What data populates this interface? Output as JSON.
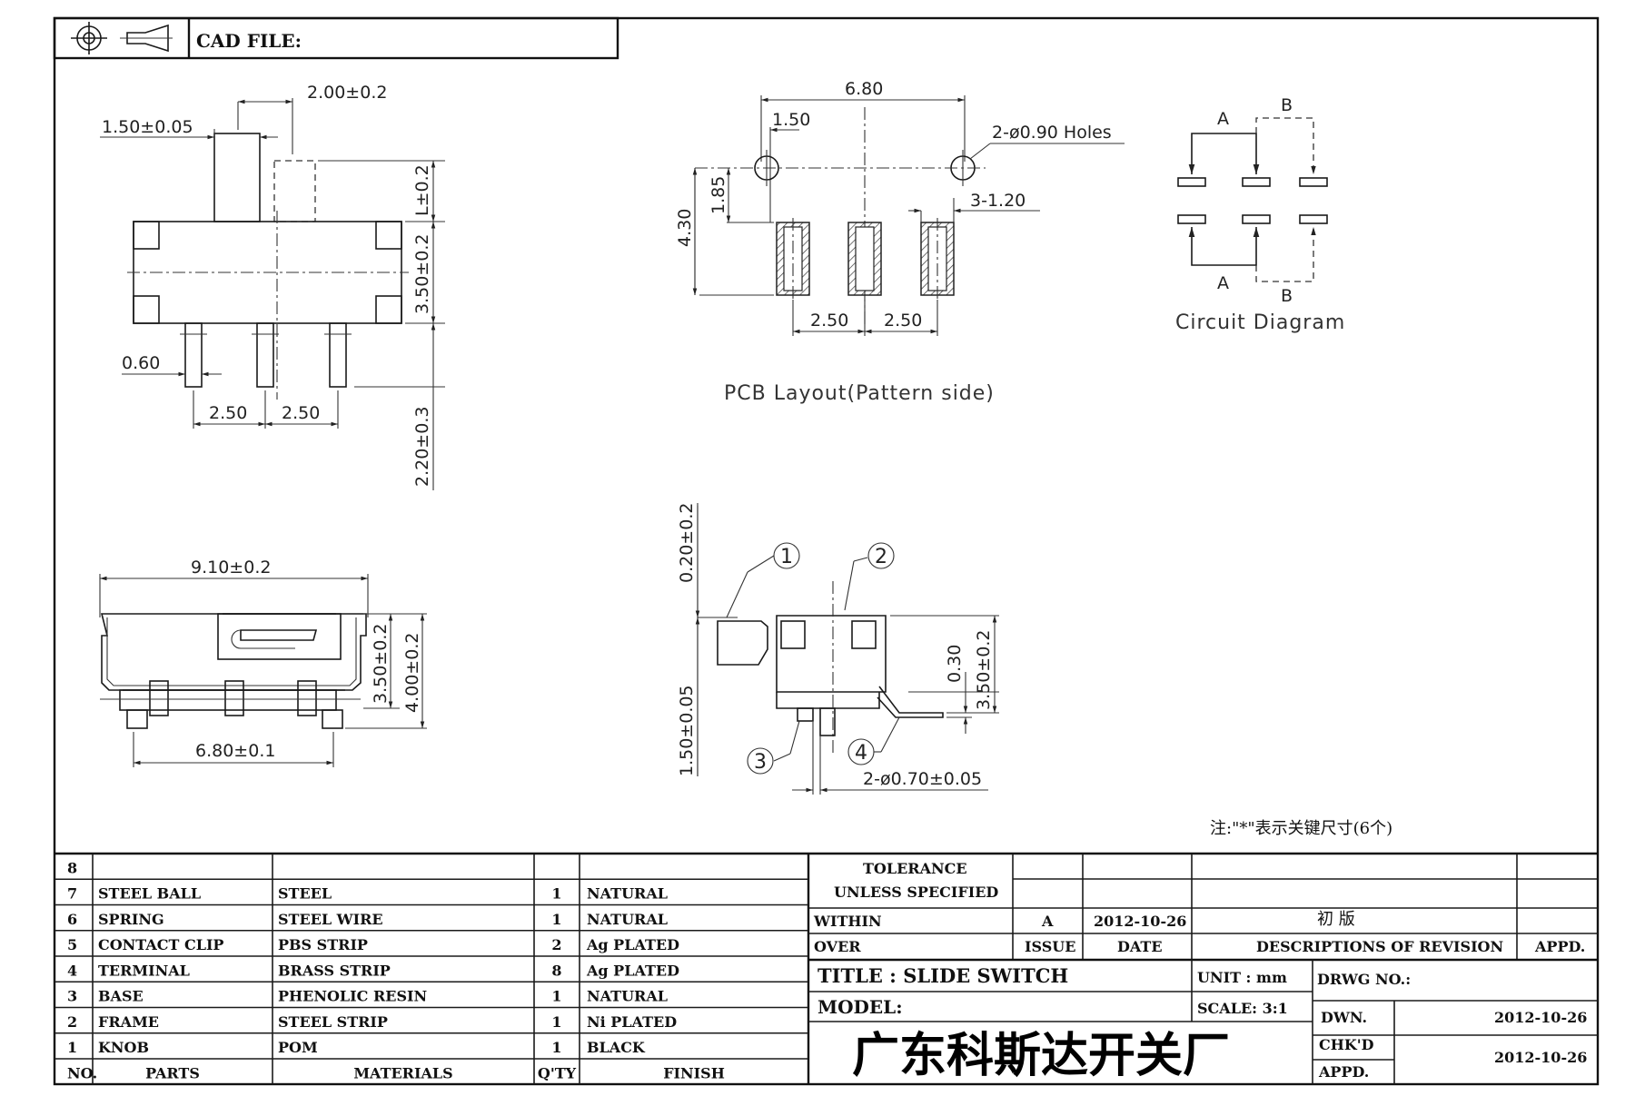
{
  "header": {
    "cad_file_label": "CAD FILE:"
  },
  "front_view": {
    "dims": [
      "1.50±0.05",
      "2.00±0.2",
      "L±0.2",
      "3.50±0.2",
      "0.60",
      "2.50",
      "2.50",
      "2.20±0.3"
    ]
  },
  "side_view": {
    "dims": [
      "9.10±0.2",
      "3.50±0.2",
      "4.00±0.2",
      "6.80±0.1"
    ]
  },
  "pcb_layout": {
    "title": "PCB Layout(Pattern side)",
    "dims": [
      "6.80",
      "1.50",
      "2-ø0.90 Holes",
      "1.85",
      "4.30",
      "3-1.20",
      "2.50",
      "2.50"
    ]
  },
  "circuit": {
    "title": "Circuit Diagram",
    "labels": [
      "A",
      "B",
      "A",
      "B"
    ]
  },
  "section_view": {
    "dims": [
      "0.20±0.2",
      "1.50±0.05",
      "0.30",
      "3.50±0.2",
      "2-ø0.70±0.05"
    ],
    "callouts": [
      "1",
      "2",
      "3",
      "4"
    ]
  },
  "note": "注:\"*\"表示关键尺寸(6个)",
  "parts_table": {
    "headers": [
      "NO.",
      "PARTS",
      "MATERIALS",
      "Q'TY",
      "FINISH"
    ],
    "rows": [
      {
        "no": "8",
        "part": "",
        "material": "",
        "qty": "",
        "finish": ""
      },
      {
        "no": "7",
        "part": "STEEL BALL",
        "material": "STEEL",
        "qty": "1",
        "finish": "NATURAL"
      },
      {
        "no": "6",
        "part": "SPRING",
        "material": "STEEL WIRE",
        "qty": "1",
        "finish": "NATURAL"
      },
      {
        "no": "5",
        "part": "CONTACT CLIP",
        "material": "PBS STRIP",
        "qty": "2",
        "finish": "Ag PLATED"
      },
      {
        "no": "4",
        "part": "TERMINAL",
        "material": "BRASS STRIP",
        "qty": "8",
        "finish": "Ag PLATED"
      },
      {
        "no": "3",
        "part": "BASE",
        "material": "PHENOLIC RESIN",
        "qty": "1",
        "finish": "NATURAL"
      },
      {
        "no": "2",
        "part": "FRAME",
        "material": "STEEL STRIP",
        "qty": "1",
        "finish": "Ni PLATED"
      },
      {
        "no": "1",
        "part": "KNOB",
        "material": "POM",
        "qty": "1",
        "finish": "BLACK"
      }
    ]
  },
  "title_block": {
    "tolerance": "TOLERANCE",
    "unless": "UNLESS  SPECIFIED",
    "within": "WITHIN",
    "over": "OVER",
    "issue_value": "A",
    "date_value": "2012-10-26",
    "revision_desc": "初  版",
    "issue_label": "ISSUE",
    "date_label": "DATE",
    "desc_label": "DESCRIPTIONS OF REVISION",
    "appd_label": "APPD.",
    "title": "TITLE :  SLIDE SWITCH",
    "unit": "UNIT :   mm",
    "drwg_no": "DRWG NO.:",
    "model": "MODEL:",
    "scale": "SCALE:   3:1",
    "dwn_label": "DWN.",
    "dwn_date": "2012-10-26",
    "chkd_label": "CHK'D",
    "chkd_date": "2012-10-26",
    "appd2_label": "APPD.",
    "company": "广东科斯达开关厂"
  }
}
